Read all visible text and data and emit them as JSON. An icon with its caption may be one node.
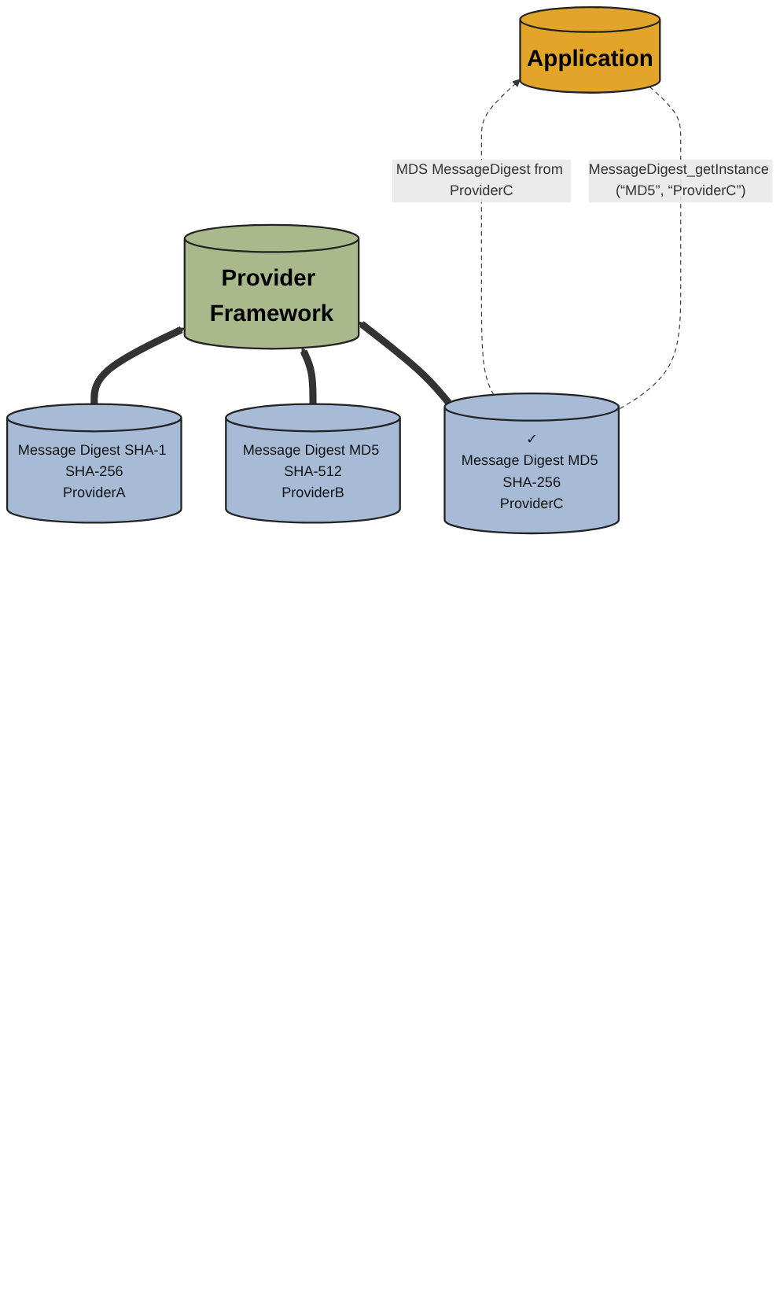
{
  "diagram": {
    "nodes": [
      {
        "text": [
          "Application"
        ]
      },
      {
        "text": [
          "Provider Framework"
        ]
      },
      {
        "text": [
          "Message Digest SHA-1 SHA-256",
          "ProviderA"
        ]
      },
      {
        "text": [
          "Message Digest MD5 SHA-512",
          "ProviderB"
        ]
      },
      {
        "text": [
          "✓",
          "Message Digest MD5 SHA-256",
          "ProviderC"
        ]
      }
    ],
    "edges": [
      {
        "from": 2,
        "to": 1,
        "arrow": "to"
      },
      {
        "from": 3,
        "to": 1,
        "arrow": "to"
      },
      {
        "from": 4,
        "to": 1,
        "arrow": "to"
      },
      {
        "from": 0,
        "to": 4,
        "arrow": "none",
        "style": "dashed",
        "label": "MessageDigest_getInstance (“MD5”, “ProviderC”)"
      },
      {
        "from": 4,
        "to": 0,
        "arrow": "to",
        "style": "dashed",
        "label": "MDS MessageDigest from ProviderC"
      }
    ]
  }
}
